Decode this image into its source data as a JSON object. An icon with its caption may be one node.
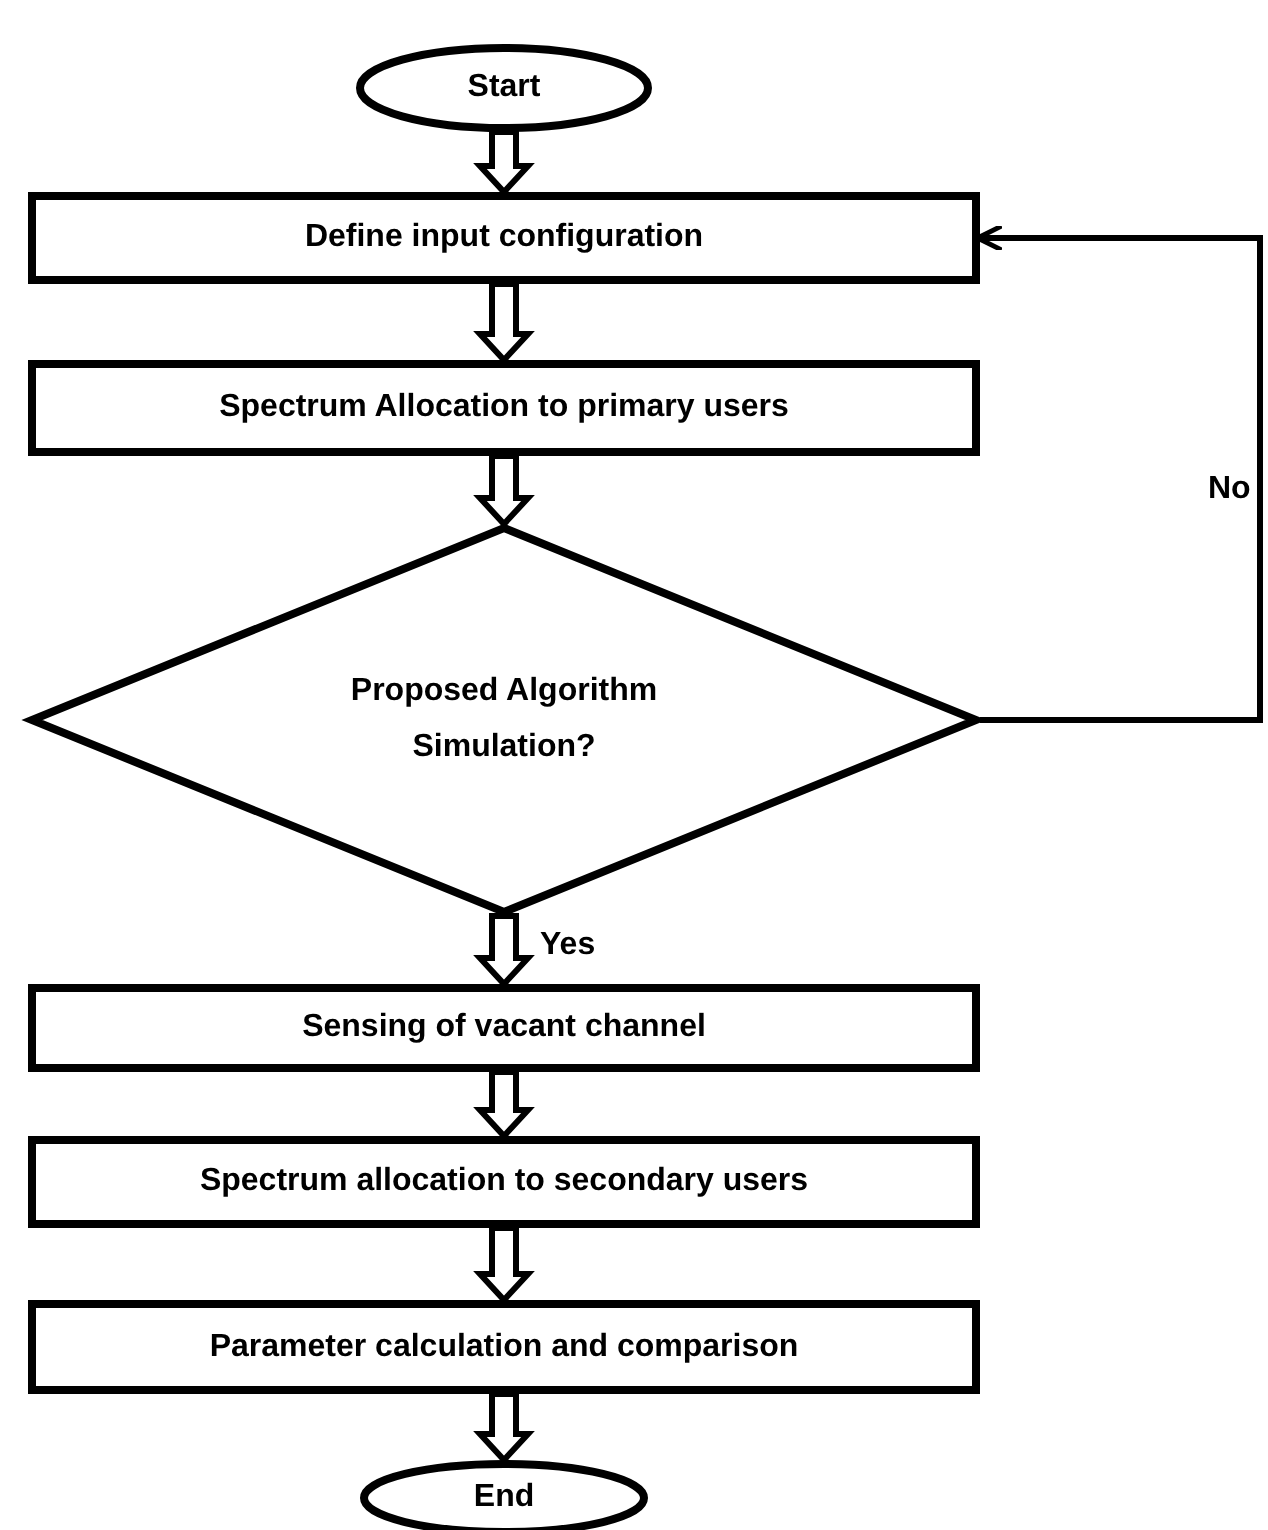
{
  "diagram": {
    "nodes": [
      {
        "text": [
          "Start"
        ]
      },
      {
        "text": [
          "Define input configuration"
        ]
      },
      {
        "text": [
          "Spectrum Allocation to primary users"
        ]
      },
      {
        "text": [
          "Proposed Algorithm Simulation?"
        ]
      },
      {
        "text": [
          "Sensing of vacant channel"
        ]
      },
      {
        "text": [
          "Spectrum allocation to secondary users"
        ]
      },
      {
        "text": [
          "Parameter calculation and comparison"
        ]
      },
      {
        "text": [
          "End"
        ]
      }
    ],
    "edges": [
      {
        "from": 0,
        "to": 1,
        "arrow": "to"
      },
      {
        "from": 1,
        "to": 2,
        "arrow": "to"
      },
      {
        "from": 2,
        "to": 3,
        "arrow": "to"
      },
      {
        "from": 3,
        "to": 4,
        "label": "Yes",
        "arrow": "to"
      },
      {
        "from": 4,
        "to": 5,
        "arrow": "to"
      },
      {
        "from": 5,
        "to": 6,
        "arrow": "to"
      },
      {
        "from": 6,
        "to": 7,
        "arrow": "to"
      },
      {
        "from": 3,
        "to": 1,
        "label": "No",
        "arrow": "to"
      }
    ]
  }
}
